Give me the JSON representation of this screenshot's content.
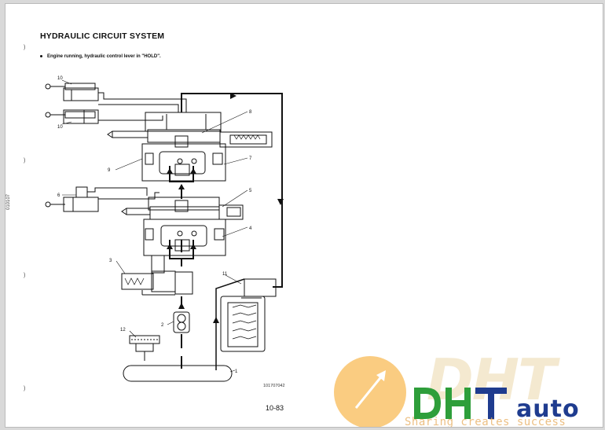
{
  "document": {
    "title": "HYDRAULIC CIRCUIT SYSTEM",
    "note": "Engine running, hydraulic control lever in \"HOLD\".",
    "side_code": "010107",
    "margin_mark": ")",
    "figure_code": "101707042",
    "page_number": "10-83"
  },
  "diagram": {
    "labels": [
      "10",
      "10",
      "8",
      "9",
      "7",
      "6",
      "5",
      "4",
      "3",
      "11",
      "2",
      "12",
      "1"
    ]
  },
  "watermark": {
    "brand": "DHT",
    "brand_suffix": "auto",
    "tagline": "Sharing creates success",
    "colors": {
      "orange": "#f6a21a",
      "green": "#2e9e3a",
      "blue": "#1f3c8f"
    }
  }
}
